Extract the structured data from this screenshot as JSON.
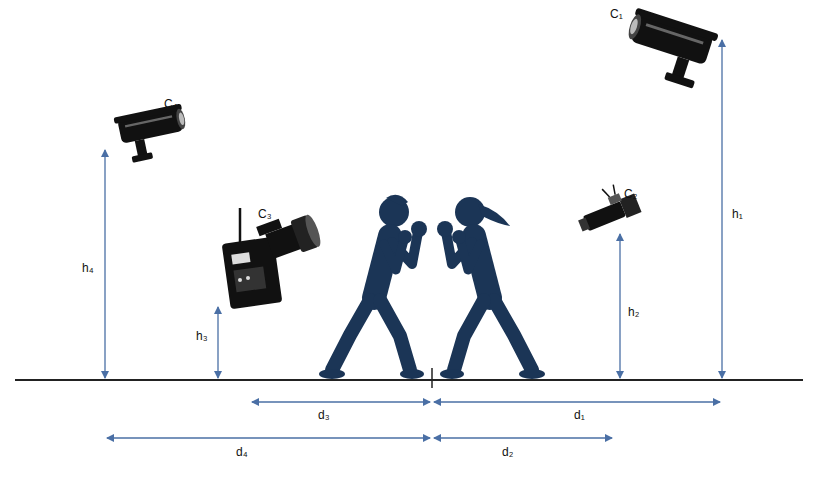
{
  "diagram": {
    "labels": [
      "C₁",
      "C₂",
      "C₃",
      "C₄",
      "h₁",
      "h₂",
      "h₃",
      "h₄",
      "d₃",
      "d₁",
      "d₄",
      "d₂"
    ]
  }
}
